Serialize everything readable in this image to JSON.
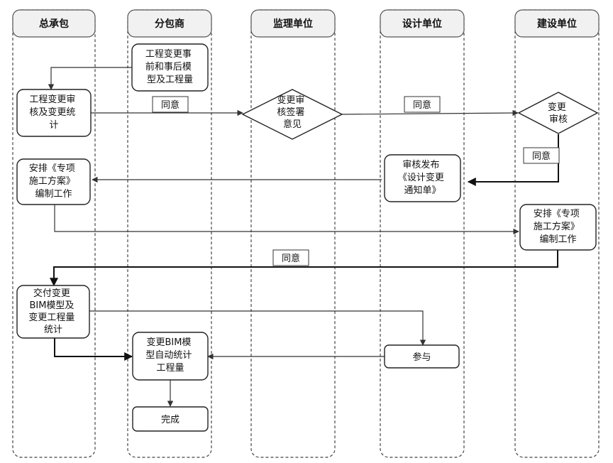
{
  "lanes": [
    "总承包",
    "分包商",
    "监理单位",
    "设计单位",
    "建设单位"
  ],
  "nodes": {
    "n1": [
      "工程变更事",
      "前和事后模",
      "型及工程量"
    ],
    "n2": [
      "工程变更审",
      "核及变更统",
      "计"
    ],
    "n3": [
      "变更审",
      "核签署",
      "意见"
    ],
    "n4": [
      "变更",
      "审核"
    ],
    "n5": [
      "审核发布",
      "《设计变更",
      "通知单》"
    ],
    "n6": [
      "安排《专项",
      "施工方案》",
      "编制工作"
    ],
    "n7": [
      "安排《专项",
      "施工方案》",
      "编制工作"
    ],
    "n8": [
      "交付变更",
      "BIM模型及",
      "变更工程量",
      "统计"
    ],
    "n9": [
      "变更BIM模",
      "型自动统计",
      "工程量"
    ],
    "n10": [
      "参与"
    ],
    "n11": [
      "完成"
    ]
  },
  "edge_labels": {
    "agree_1": "同意",
    "agree_2": "同意",
    "agree_3": "同意",
    "agree_4": "同意"
  }
}
